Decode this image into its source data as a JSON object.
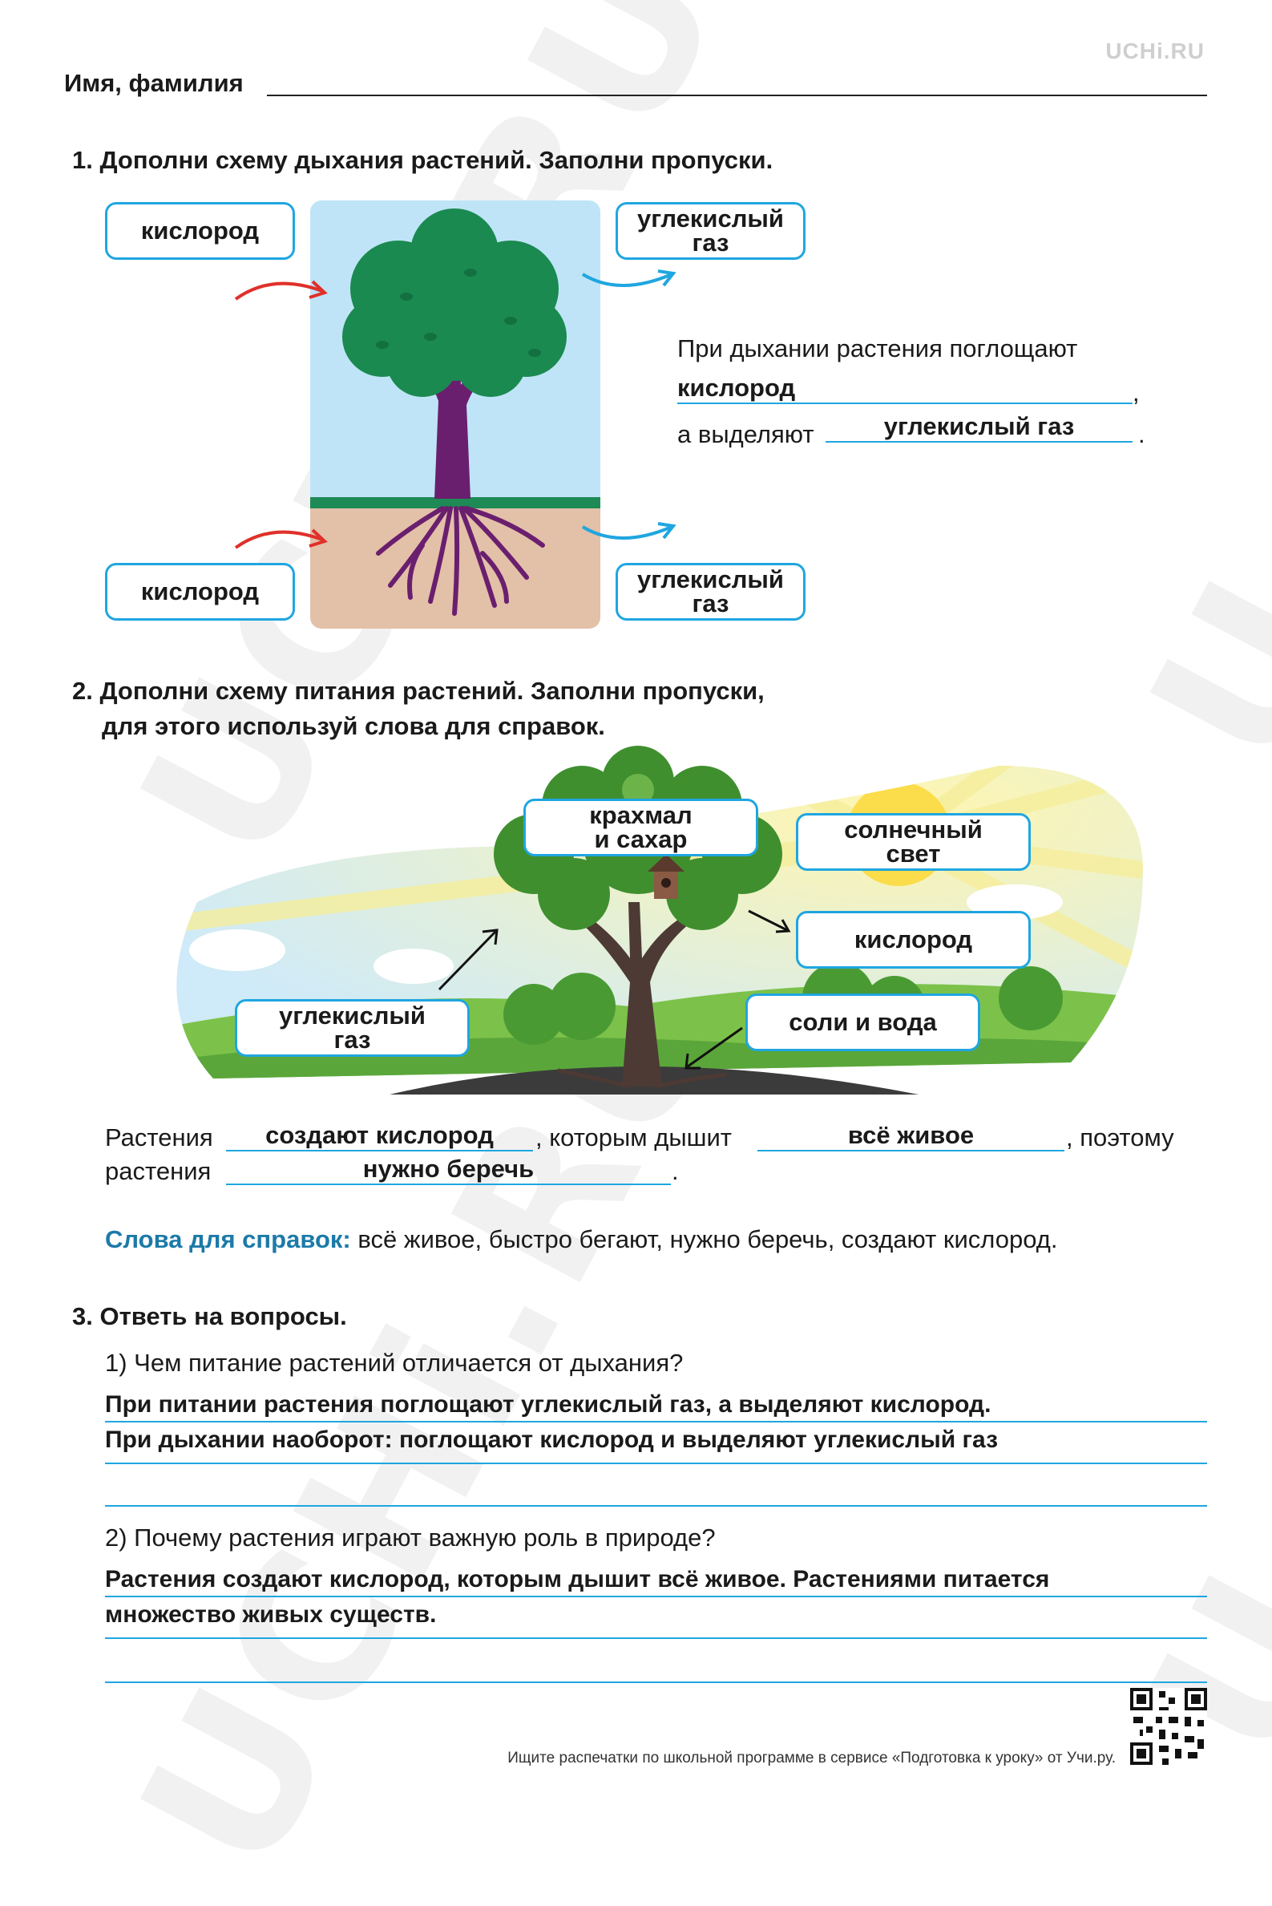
{
  "brand": "UCHi.RU",
  "header": {
    "name_label": "Имя, фамилия"
  },
  "task1": {
    "title": "1. Дополни схему дыхания растений. Заполни пропуски.",
    "top_left_box": "кислород",
    "top_right_box": [
      "углекислый",
      "газ"
    ],
    "bottom_left_box": "кислород",
    "bottom_right_box": [
      "углекислый",
      "газ"
    ],
    "sentence_start": "При дыхании растения поглощают",
    "answer1": "кислород",
    "comma": ",",
    "sentence_mid": "а выделяют",
    "answer2": "углекислый газ",
    "period": "."
  },
  "task2": {
    "title_line1": "2. Дополни схему питания растений. Заполни пропуски,",
    "title_line2": "для этого используй слова для справок.",
    "box_starch": [
      "крахмал",
      "и сахар"
    ],
    "box_sun": [
      "солнечный",
      "свет"
    ],
    "box_oxygen": "кислород",
    "box_salts": "соли и вода",
    "box_co2": [
      "углекислый",
      "газ"
    ],
    "s_word1": "Растения",
    "s_fill1": "создают кислород",
    "s_word2": ", которым дышит",
    "s_fill2": "всё живое",
    "s_word3": ", поэтому",
    "s_word4": "растения",
    "s_fill3": "нужно беречь",
    "s_word5": ".",
    "help_label": "Слова для справок:",
    "help_words": " всё живое, быстро бегают, нужно беречь, создают кислород."
  },
  "task3": {
    "title": "3. Ответь на вопросы.",
    "q1": "1) Чем питание растений отличается от дыхания?",
    "a1_line1": "При питании растения поглощают углекислый газ, а выделяют кислород.",
    "a1_line2": "При дыхании наоборот: поглощают кислород и выделяют углекислый газ",
    "q2": "2) Почему растения играют важную роль в природе?",
    "a2_line1": "Растения создают кислород, которым дышит всё живое. Растениями питается",
    "a2_line2": "множество живых существ."
  },
  "footer": "Ищите распечатки по школьной программе в сервисе «Подготовка к уроку» от Учи.ру.",
  "colors": {
    "accent": "#1fa6e0",
    "help": "#1c7aa8",
    "arrow_red": "#e0302a"
  }
}
